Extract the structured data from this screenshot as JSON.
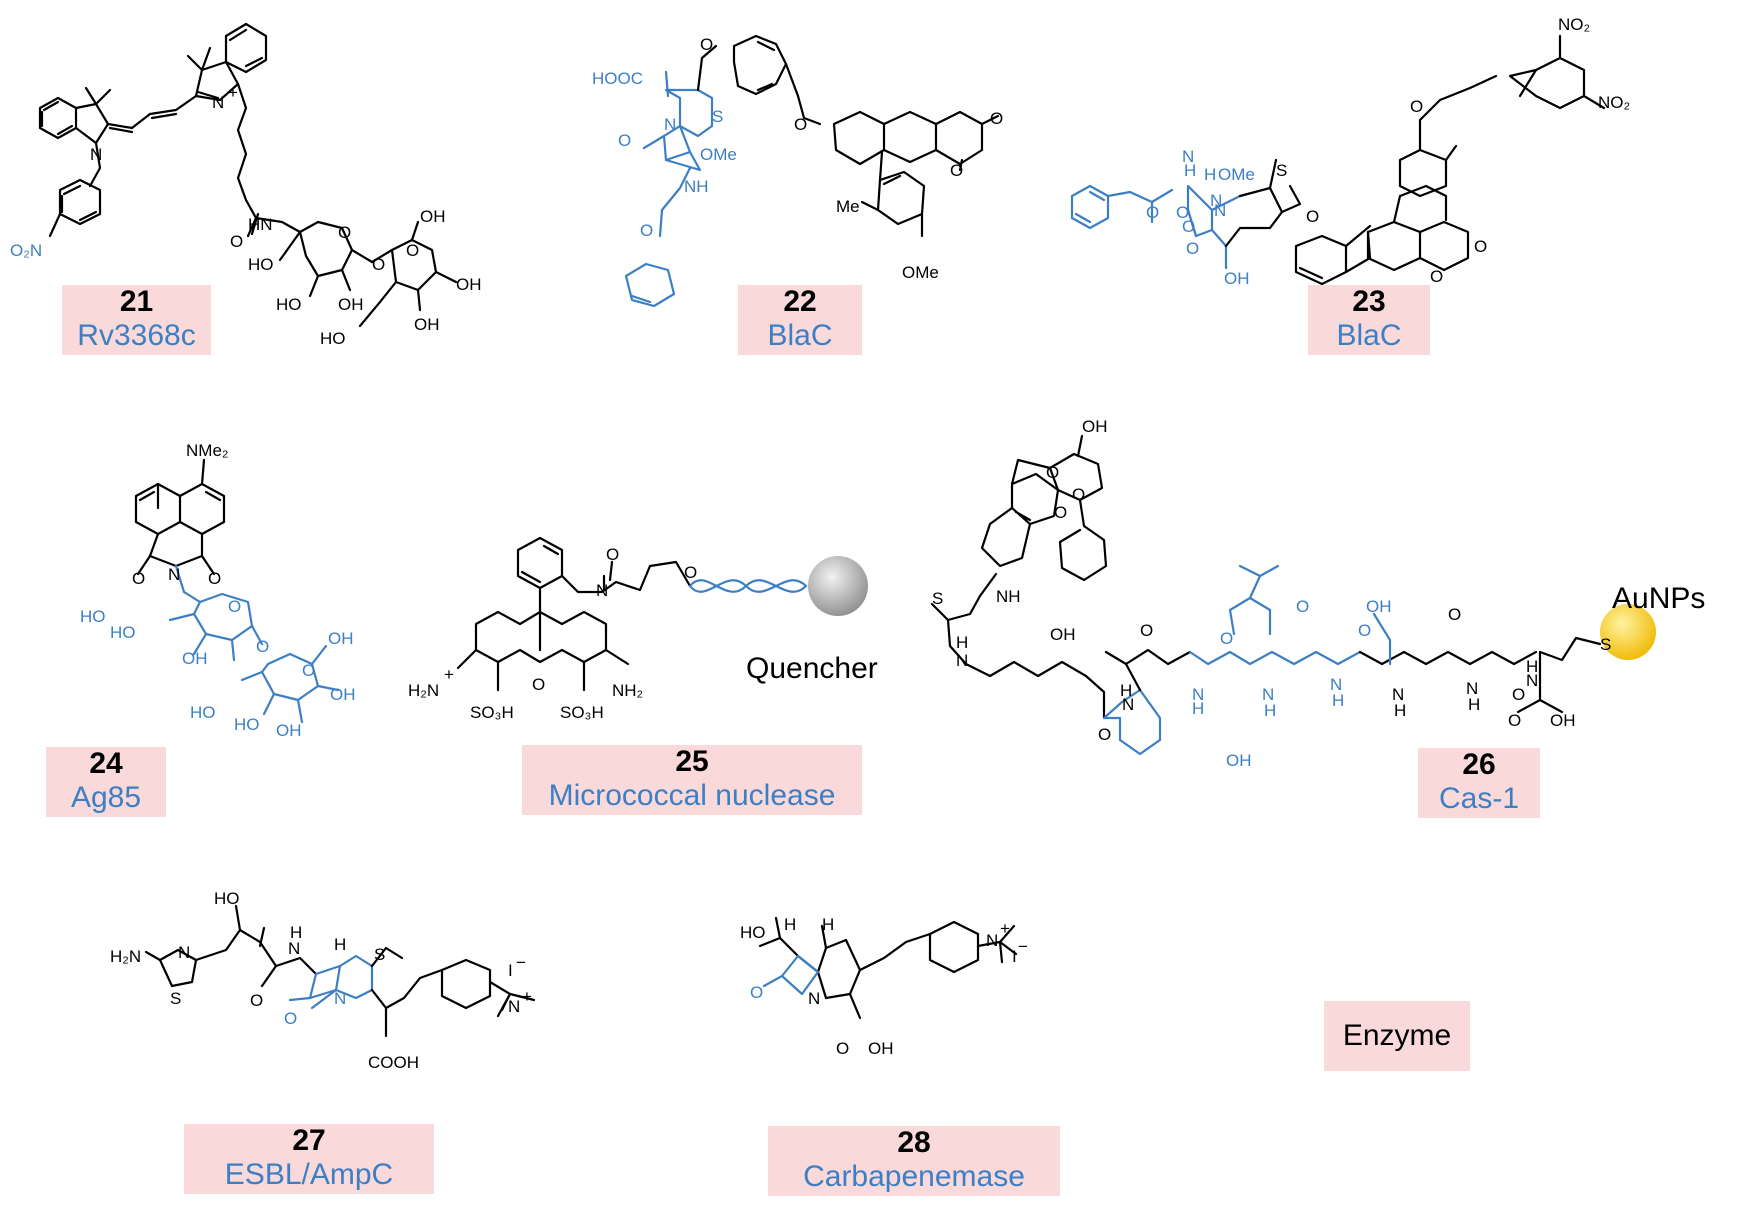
{
  "probes": [
    {
      "number": "21",
      "enzyme": "Rv3368c"
    },
    {
      "number": "22",
      "enzyme": "BlaC"
    },
    {
      "number": "23",
      "enzyme": "BlaC"
    },
    {
      "number": "24",
      "enzyme": "Ag85"
    },
    {
      "number": "25",
      "enzyme": "Micrococcal nuclease"
    },
    {
      "number": "26",
      "enzyme": "Cas-1"
    },
    {
      "number": "27",
      "enzyme": "ESBL/AmpC"
    },
    {
      "number": "28",
      "enzyme": "Carbapenemase"
    }
  ],
  "legend": {
    "label": "Enzyme"
  },
  "annotations": {
    "quencher": "Quencher",
    "aunps": "AuNPs"
  },
  "atom_labels": {
    "m21": [
      "N",
      "N⁺",
      "O₂N",
      "O",
      "HN",
      "HO",
      "HO",
      "OH",
      "O",
      "O",
      "OH",
      "OH",
      "OH",
      "HO",
      "OH"
    ],
    "m22": [
      "HOOC",
      "N",
      "S",
      "O",
      "OMe",
      "NH",
      "O",
      "O",
      "O",
      "O",
      "O",
      "Me",
      "OMe"
    ],
    "m23": [
      "NO₂",
      "NO₂",
      "N",
      "H",
      "O",
      "O",
      "H",
      "N",
      "OMe",
      "S",
      "O",
      "N",
      "O",
      "OH",
      "O",
      "O",
      "O",
      "O"
    ],
    "m24": [
      "NMe₂",
      "O",
      "N",
      "O",
      "HO",
      "HO",
      "OH",
      "O",
      "O",
      "O",
      "HO",
      "HO",
      "OH",
      "OH"
    ],
    "m25": [
      "O",
      "N",
      "O",
      "H₂N",
      "+",
      "O",
      "NH₂",
      "SO₃H",
      "SO₃H"
    ],
    "m26": [
      "O",
      "O",
      "OH",
      "O",
      "OH",
      "S",
      "NH",
      "H",
      "N",
      "N",
      "H",
      "O",
      "O",
      "N",
      "H",
      "O",
      "N",
      "H",
      "O",
      "OH",
      "N",
      "H",
      "O",
      "N",
      "H",
      "O",
      "N",
      "H",
      "S",
      "O",
      "OH",
      "OH"
    ],
    "m27": [
      "HO",
      "H₂N",
      "N",
      "S",
      "N",
      "H",
      "O",
      "H",
      "S",
      "O",
      "N",
      "COOH",
      "N⁺",
      "I⁻"
    ],
    "m28": [
      "HO",
      "H",
      "H",
      "O",
      "N",
      "OH",
      "O",
      "N⁺",
      "I⁻"
    ]
  },
  "colors": {
    "substrate": "#3c7fc4",
    "scaffold": "#000000",
    "label_fill": "#f9d9d9",
    "nanoparticle": "#f5c518",
    "quencher_ball": "#a9a9a9"
  }
}
